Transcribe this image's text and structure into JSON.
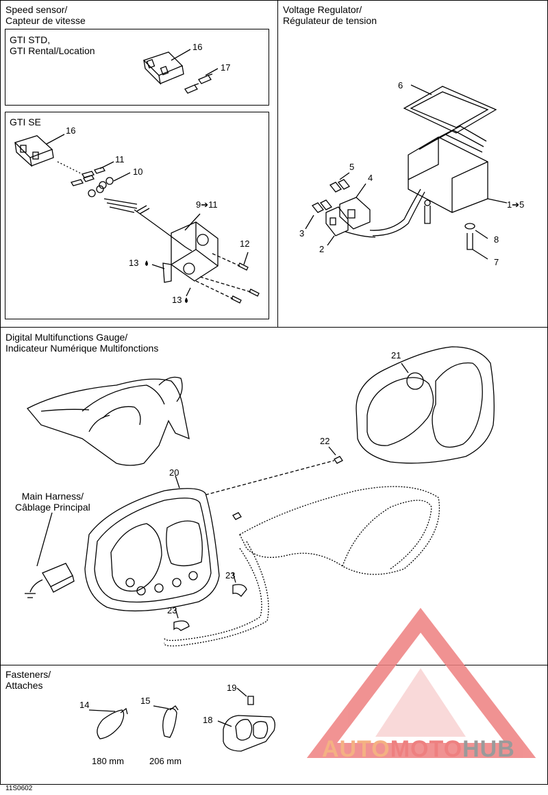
{
  "sections": {
    "speed_sensor": {
      "title": "Speed sensor/\nCapteur de vitesse",
      "std_label": "GTI STD,\nGTI Rental/Location",
      "se_label": "GTI SE"
    },
    "voltage_regulator": {
      "title": "Voltage Regulator/\nRégulateur de tension"
    },
    "gauge": {
      "title": "Digital Multifunctions Gauge/\nIndicateur Numérique Multifonctions",
      "harness_label": "Main Harness/\nCâblage Principal"
    },
    "fasteners": {
      "title": "Fasteners/\nAttaches",
      "tie_14_length": "180 mm",
      "tie_15_length": "206 mm"
    }
  },
  "callouts": {
    "c16a": "16",
    "c17": "17",
    "c16b": "16",
    "c11": "11",
    "c10": "10",
    "c9_11": "9➔11",
    "c12": "12",
    "c13a": "13",
    "c13b": "13",
    "c6": "6",
    "c5": "5",
    "c4": "4",
    "c3": "3",
    "c2": "2",
    "c1_5": "1➔5",
    "c8": "8",
    "c7": "7",
    "c21": "21",
    "c22": "22",
    "c20": "20",
    "c23a": "23",
    "c23b": "23",
    "c19": "19",
    "c14": "14",
    "c15": "15",
    "c18": "18"
  },
  "diagram_code": "11S0602",
  "watermark": {
    "part1": "AUTO",
    "part2": "MOTO",
    "part3": "HUB",
    "color_orange": "#f4b183",
    "color_red": "#ee8080",
    "color_gray": "#9a9a9a"
  }
}
